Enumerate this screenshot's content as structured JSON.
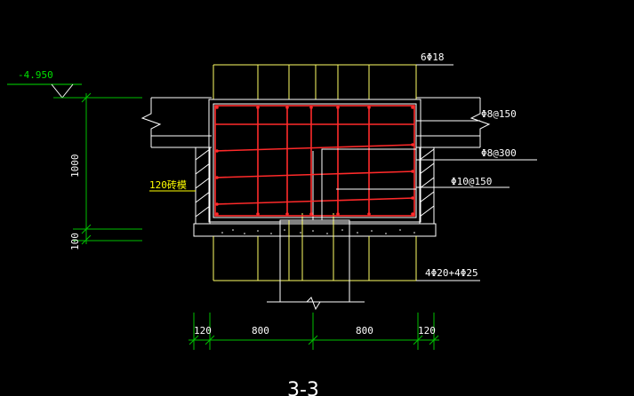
{
  "drawing": {
    "elevation": "-4.950",
    "title": "3-3",
    "colors": {
      "background": "#000000",
      "outline": "#ffff66",
      "rebar": "#ff2a2a",
      "dimension": "#00c000",
      "text_white": "#ffffff",
      "text_yellow": "#ffff00",
      "elevation_text": "#00e000"
    },
    "labels": {
      "top_bars": "6Φ18",
      "stirrup_1": "Φ8@150",
      "stirrup_2": "Φ8@300",
      "side_bars": "Φ10@150",
      "bottom_bars": "4Φ20+4Φ25",
      "brick_wall": "120砖模"
    },
    "dimensions": {
      "height_main": "1000",
      "height_base": "100",
      "width_left_wall": "120",
      "width_left": "800",
      "width_right": "800",
      "width_right_wall": "120"
    }
  }
}
